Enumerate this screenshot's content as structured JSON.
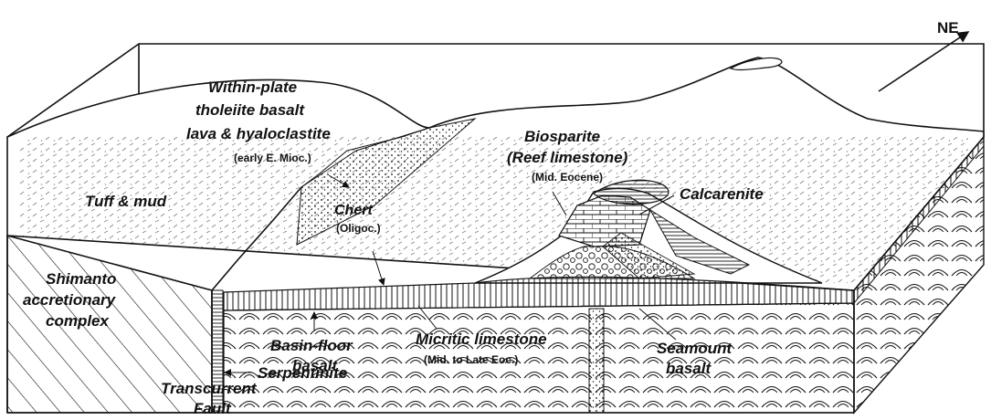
{
  "labels": {
    "north_arrow": "NE",
    "within_plate_1": "Within-plate",
    "within_plate_2": "tholeiite basalt",
    "within_plate_3": "lava & hyaloclastite",
    "within_plate_age": "(early E. Mioc.)",
    "tuff_mud": "Tuff & mud",
    "chert": "Chert",
    "chert_age": "(Oligoc.)",
    "biosparite": "Biosparite",
    "reef_limestone": "(Reef limestone)",
    "biosparite_age": "(Mid. Eocene)",
    "calcarenite": "Calcarenite",
    "shimanto_1": "Shimanto",
    "shimanto_2": "accretionary",
    "shimanto_3": "complex",
    "basin_floor_1": "Basin-floor",
    "basin_floor_2": "basalt",
    "micritic": "Micritic limestone",
    "micritic_age": "(Mid. to Late Eoc.)",
    "seamount_1": "Seamount",
    "seamount_2": "basalt",
    "transcurrent_1": "Transcurrent",
    "transcurrent_2": "Fault",
    "serpentinite": "Serpentinite"
  }
}
